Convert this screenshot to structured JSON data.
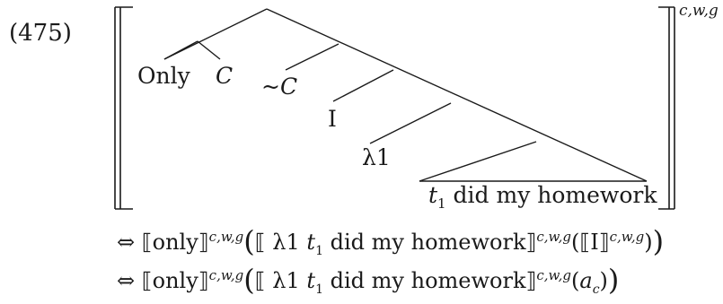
{
  "example": {
    "number": "(475)"
  },
  "tree": {
    "leaves": {
      "only": "Only",
      "c": "C",
      "tilde_c": "~C",
      "i": "I",
      "lambda": "λ1",
      "t1": "t",
      "t1_sub": "1",
      "tail": "did my homework"
    },
    "superscript": "c,w,g"
  },
  "equations": [
    {
      "arrow": "⇔",
      "only": "only",
      "sup": "c,w,g",
      "lambda_expr": "λ1",
      "t": "t",
      "t_sub": "1",
      "rest": "did my homework",
      "sup2": "c,w,g",
      "arg": "I",
      "arg_sup": "c,w,g"
    },
    {
      "arrow": "⇔",
      "only": "only",
      "sup": "c,w,g",
      "lambda_expr": "λ1",
      "t": "t",
      "t_sub": "1",
      "rest": "did my homework",
      "sup2": "c,w,g",
      "arg": "a",
      "arg_sub": "c"
    }
  ],
  "colors": {
    "ink": "#1a1a1a",
    "background": "#ffffff"
  }
}
